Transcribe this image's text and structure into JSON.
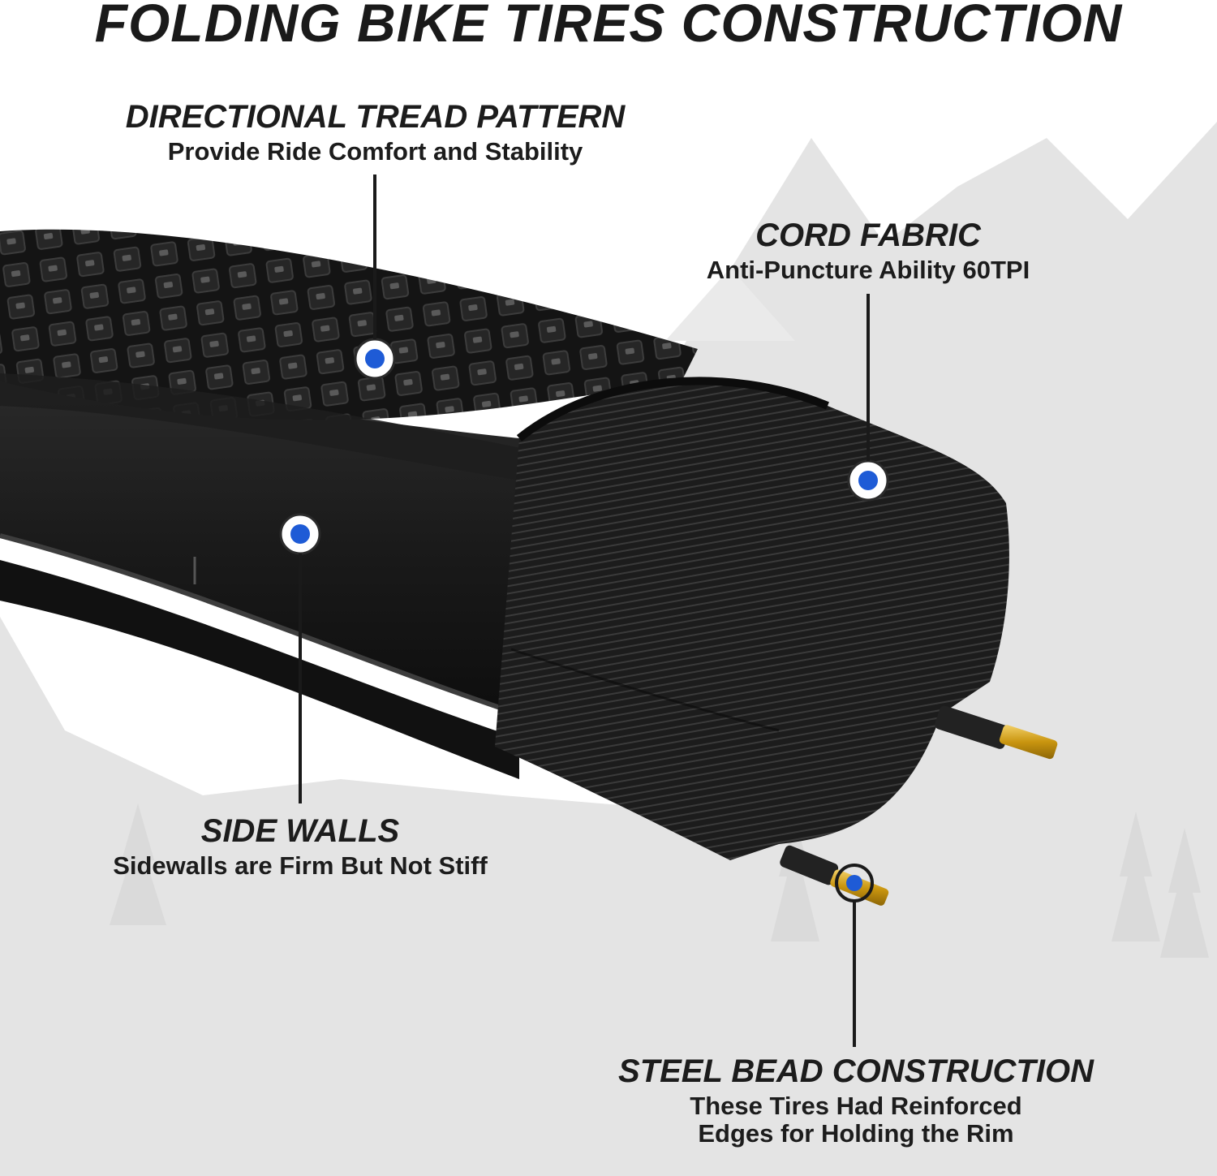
{
  "title": "FOLDING BIKE TIRES CONSTRUCTION",
  "callouts": {
    "tread": {
      "heading": "DIRECTIONAL TREAD PATTERN",
      "sub": "Provide Ride Comfort and Stability"
    },
    "cord": {
      "heading": "CORD FABRIC",
      "sub": "Anti-Puncture Ability 60TPI"
    },
    "sidewall": {
      "heading": "SIDE WALLS",
      "sub": "Sidewalls are Firm But Not Stiff"
    },
    "bead": {
      "heading": "STEEL BEAD CONSTRUCTION",
      "sub_line1": "These Tires Had Reinforced",
      "sub_line2": "Edges for Holding the Rim"
    }
  },
  "colors": {
    "marker": "#1e5bd6",
    "bead_metal": "#d4a017",
    "tire": "#1b1b1b",
    "mountain": "#e3e3e3"
  }
}
